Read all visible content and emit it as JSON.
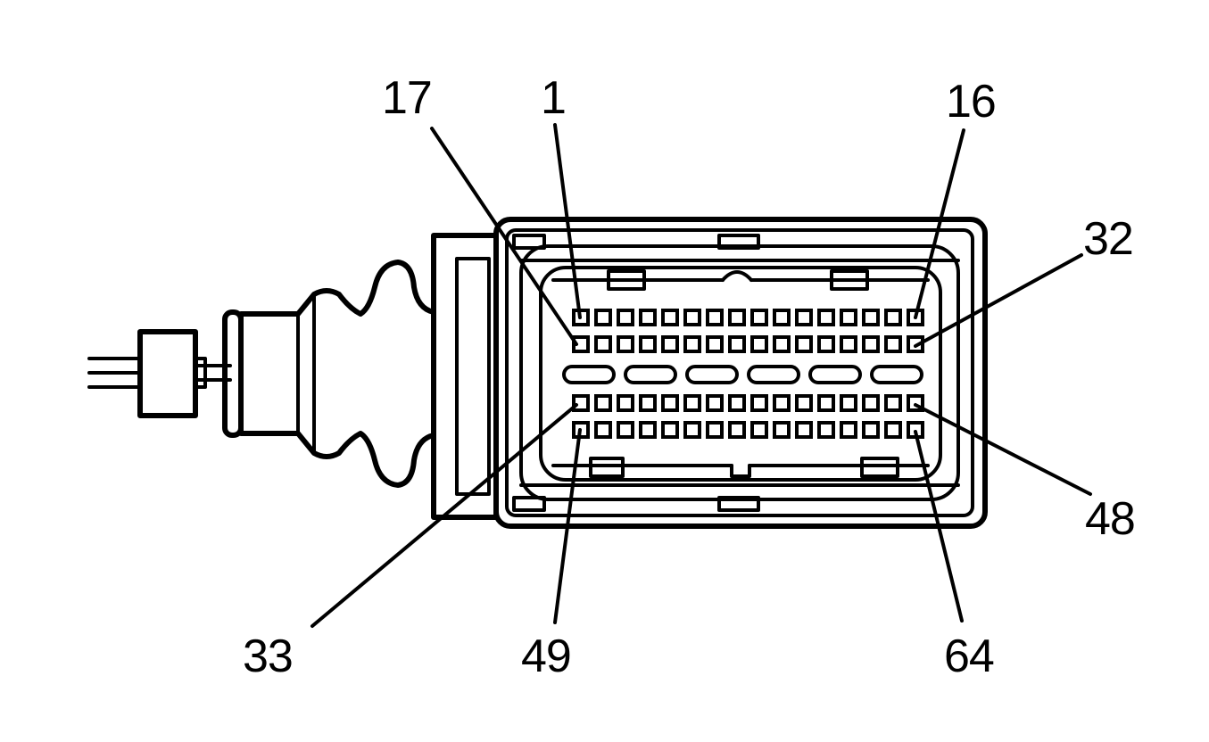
{
  "diagram": {
    "pin_labels": {
      "p17": "17",
      "p1": "1",
      "p16": "16",
      "p32": "32",
      "p48": "48",
      "p33": "33",
      "p49": "49",
      "p64": "64"
    },
    "line_color": "#000000",
    "background_color": "#ffffff"
  }
}
